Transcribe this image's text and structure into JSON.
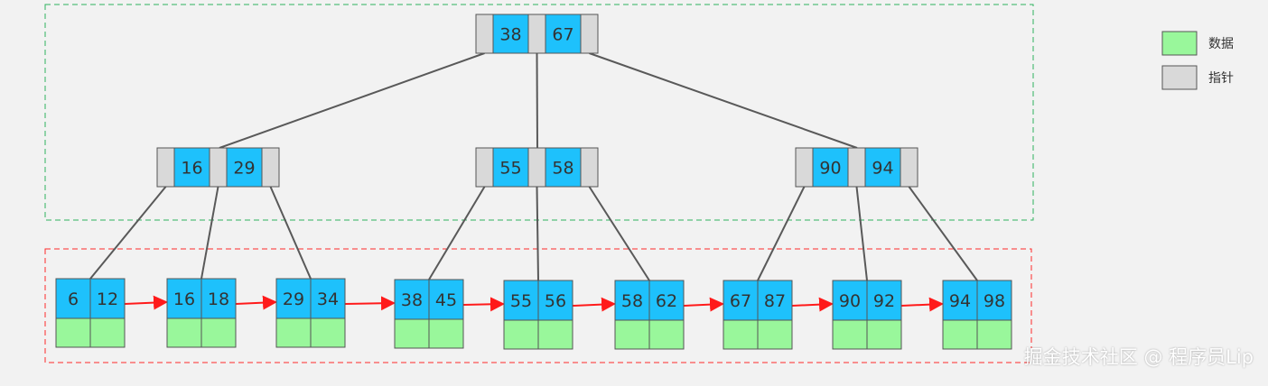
{
  "colors": {
    "data": "#99f79b",
    "pointer": "#d9d9d9",
    "key": "#1ec1fc",
    "border": "#555555",
    "edge": "#595959",
    "leaf_link": "#ff1a1a",
    "internal_box": "#2db35d",
    "leaf_box": "#ff2a2a",
    "background": "#f2f2f2"
  },
  "legend": {
    "data_label": "数据",
    "pointer_label": "指针"
  },
  "tree": {
    "root": {
      "name": "root-node",
      "keys": [
        "38",
        "67"
      ]
    },
    "internal": [
      {
        "name": "internal-node-left",
        "keys": [
          "16",
          "29"
        ]
      },
      {
        "name": "internal-node-middle",
        "keys": [
          "55",
          "58"
        ]
      },
      {
        "name": "internal-node-right",
        "keys": [
          "90",
          "94"
        ]
      }
    ],
    "leaves": [
      {
        "name": "leaf-node-1",
        "keys": [
          "6",
          "12"
        ]
      },
      {
        "name": "leaf-node-2",
        "keys": [
          "16",
          "18"
        ]
      },
      {
        "name": "leaf-node-3",
        "keys": [
          "29",
          "34"
        ]
      },
      {
        "name": "leaf-node-4",
        "keys": [
          "38",
          "45"
        ]
      },
      {
        "name": "leaf-node-5",
        "keys": [
          "55",
          "56"
        ]
      },
      {
        "name": "leaf-node-6",
        "keys": [
          "58",
          "62"
        ]
      },
      {
        "name": "leaf-node-7",
        "keys": [
          "67",
          "87"
        ]
      },
      {
        "name": "leaf-node-8",
        "keys": [
          "90",
          "92"
        ]
      },
      {
        "name": "leaf-node-9",
        "keys": [
          "94",
          "98"
        ]
      }
    ]
  },
  "watermark": "掘金技术社区 @ 程序员Lip"
}
